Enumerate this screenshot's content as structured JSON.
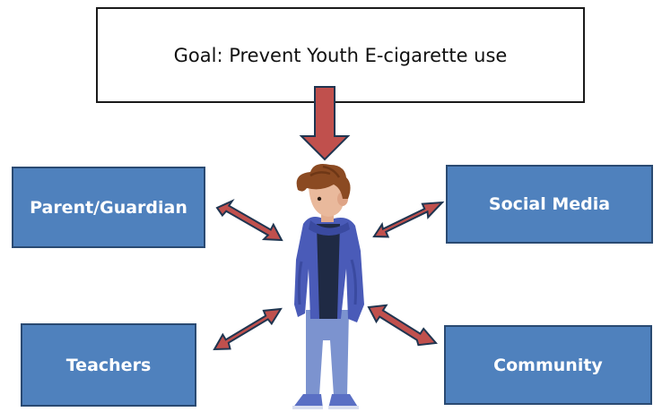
{
  "goal": {
    "text": "Goal: Prevent Youth E-cigarette use"
  },
  "nodes": {
    "parent": "Parent/Guardian",
    "social": "Social Media",
    "teachers": "Teachers",
    "community": "Community"
  },
  "colors": {
    "box_fill": "#4f81bd",
    "box_border": "#2a4a72",
    "arrow_fill": "#c0504d",
    "arrow_stroke": "#1f3550",
    "hoodie": "#4a5bb8",
    "jeans": "#7c93cf",
    "hair": "#8b4a22",
    "skin": "#e9b99c"
  },
  "icons": {
    "figure": "youth-person-icon"
  }
}
